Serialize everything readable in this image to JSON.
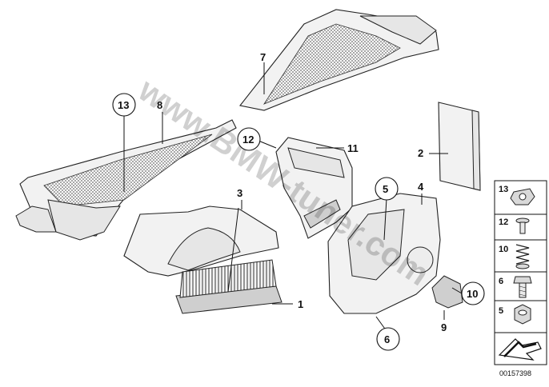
{
  "watermark": "www.BMW-tuner.com",
  "callouts": {
    "c1": "1",
    "c2": "2",
    "c3": "3",
    "c4": "4",
    "c5": "5",
    "c6": "6",
    "c7": "7",
    "c8": "8",
    "c9": "9",
    "c10": "10",
    "c11": "11",
    "c12": "12",
    "c13": "13"
  },
  "legend": {
    "items": [
      "13",
      "12",
      "10",
      "6",
      "5"
    ]
  },
  "reference_number": "00157398"
}
